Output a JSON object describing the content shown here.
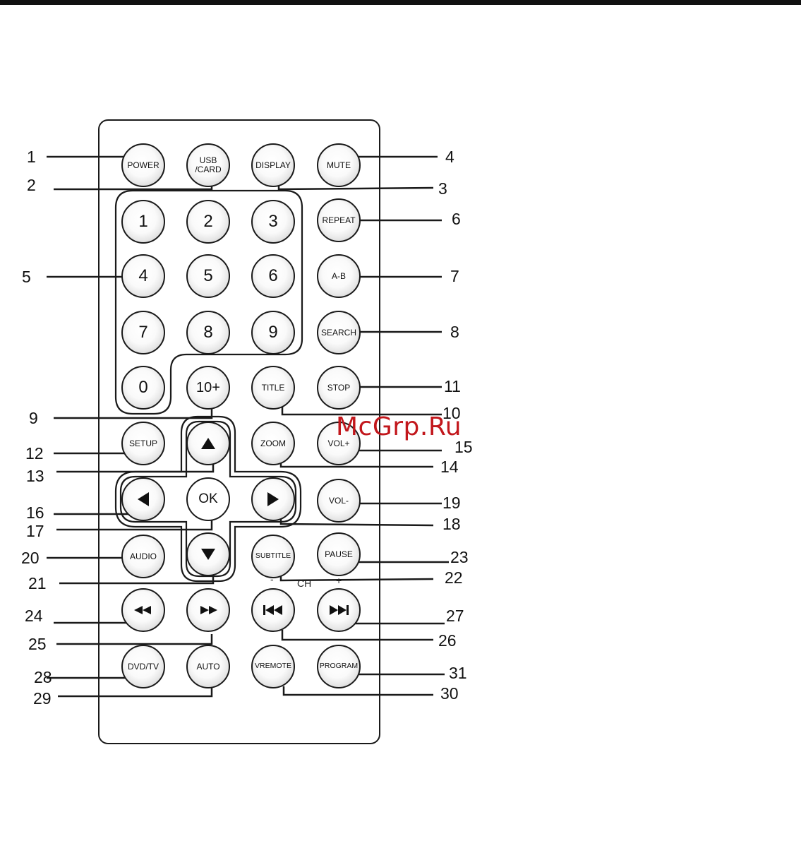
{
  "buttons": {
    "power": "POWER",
    "usb_card_1": "USB",
    "usb_card_2": "/CARD",
    "display": "DISPLAY",
    "mute": "MUTE",
    "repeat": "REPEAT",
    "ab": "A-B",
    "search": "SEARCH",
    "stop": "STOP",
    "title": "TITLE",
    "ten_plus": "10+",
    "setup": "SETUP",
    "zoom": "ZOOM",
    "vol_plus": "VOL+",
    "vol_minus": "VOL-",
    "ok": "OK",
    "audio": "AUDIO",
    "subtitle": "SUBTITLE",
    "pause": "PAUSE",
    "dvd_tv": "DVD/TV",
    "auto": "AUTO",
    "vremote": "VREMOTE",
    "program": "PROGRAM",
    "digits": [
      "1",
      "2",
      "3",
      "4",
      "5",
      "6",
      "7",
      "8",
      "9",
      "0"
    ]
  },
  "icons": {
    "up": "up-arrow-icon",
    "down": "down-arrow-icon",
    "left": "left-arrow-icon",
    "right": "right-arrow-icon",
    "rewind": "rewind-icon",
    "fast_forward": "fast-forward-icon",
    "prev": "skip-previous-icon",
    "next": "skip-next-icon"
  },
  "ch_label": "CH",
  "ch_minus": "-",
  "ch_plus": "+",
  "callouts": [
    "1",
    "2",
    "3",
    "4",
    "5",
    "6",
    "7",
    "8",
    "9",
    "10",
    "11",
    "12",
    "13",
    "14",
    "15",
    "16",
    "17",
    "18",
    "19",
    "20",
    "21",
    "22",
    "23",
    "24",
    "25",
    "26",
    "27",
    "28",
    "29",
    "30",
    "31"
  ],
  "watermark": "McGrp.Ru",
  "colors": {
    "ink": "#111111",
    "watermark": "#c2171c"
  }
}
